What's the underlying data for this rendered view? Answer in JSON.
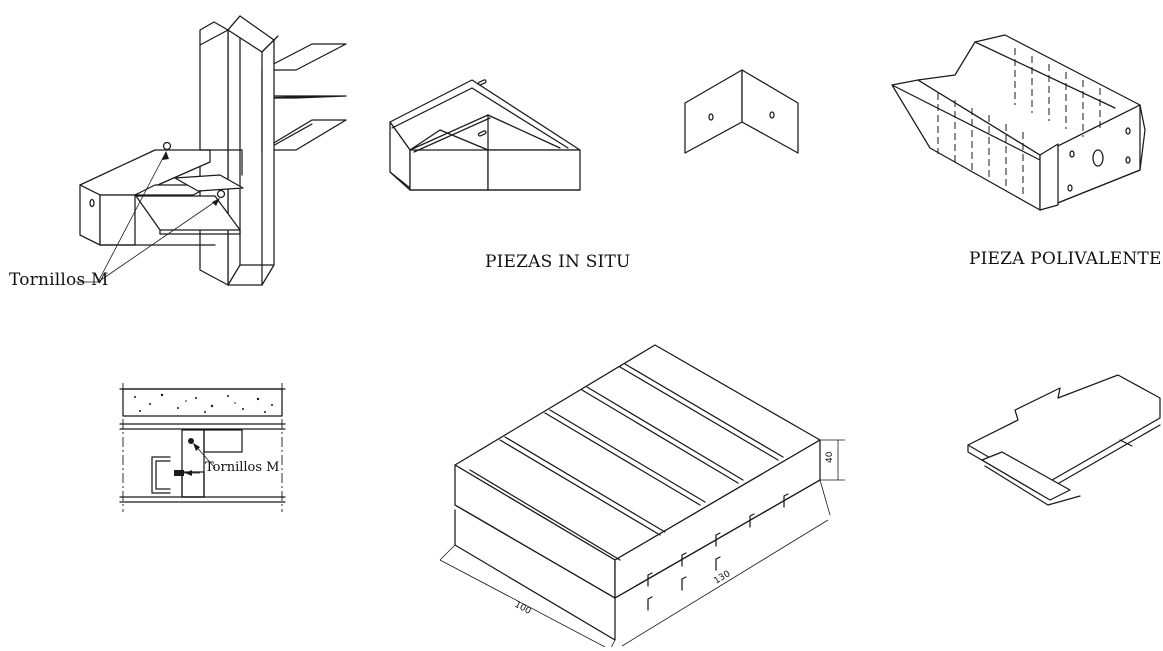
{
  "labels": {
    "tornillos_main": "Tornillos M",
    "piezas_in_situ": "PIEZAS IN SITU",
    "pieza_polivalente": "PIEZA POLIVALENTE",
    "tornillos_section": "Tornillos M"
  },
  "dimensions": {
    "height": "40",
    "length": "130",
    "width": "100"
  }
}
